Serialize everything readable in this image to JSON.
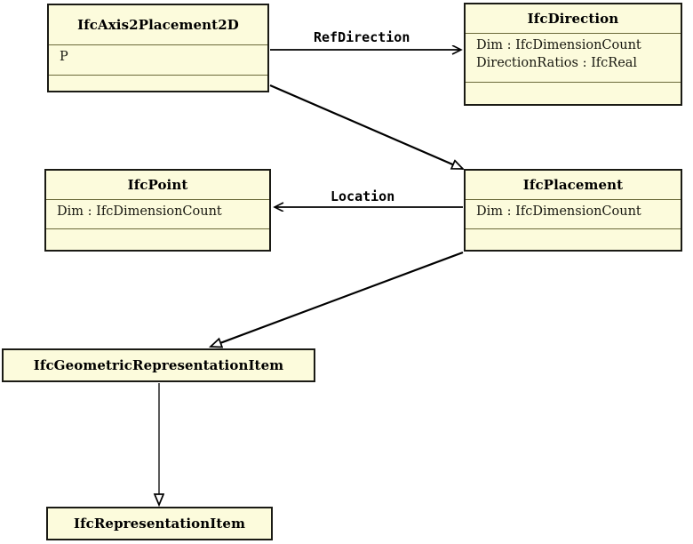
{
  "diagram": {
    "type": "uml-class-diagram",
    "background_color": "#ffffff",
    "class_fill_color": "#fcfbdc",
    "class_border_color": "#1a1a14",
    "classes": [
      {
        "id": "axis2placement2d",
        "name": "IfcAxis2Placement2D",
        "attributes": [
          "P"
        ],
        "operations": []
      },
      {
        "id": "direction",
        "name": "IfcDirection",
        "attributes": [
          "Dim : IfcDimensionCount",
          "DirectionRatios : IfcReal"
        ],
        "operations": []
      },
      {
        "id": "point",
        "name": "IfcPoint",
        "attributes": [
          "Dim : IfcDimensionCount"
        ],
        "operations": []
      },
      {
        "id": "placement",
        "name": "IfcPlacement",
        "attributes": [
          "Dim : IfcDimensionCount"
        ],
        "operations": []
      },
      {
        "id": "geomrepitem",
        "name": "IfcGeometricRepresentationItem",
        "attributes": [],
        "operations": []
      },
      {
        "id": "repitem",
        "name": "IfcRepresentationItem",
        "attributes": [],
        "operations": []
      }
    ],
    "relationships": [
      {
        "id": "refdirection",
        "label": "RefDirection",
        "kind": "association",
        "from": "IfcAxis2Placement2D",
        "to": "IfcDirection"
      },
      {
        "id": "location",
        "label": "Location",
        "kind": "association",
        "from": "IfcPlacement",
        "to": "IfcPoint"
      },
      {
        "id": "gen-placement-axis2",
        "label": "",
        "kind": "generalization",
        "from": "IfcAxis2Placement2D",
        "to": "IfcPlacement"
      },
      {
        "id": "gen-placement-geom",
        "label": "",
        "kind": "generalization",
        "from": "IfcPlacement",
        "to": "IfcGeometricRepresentationItem"
      },
      {
        "id": "gen-geom-repitem",
        "label": "",
        "kind": "generalization",
        "from": "IfcGeometricRepresentationItem",
        "to": "IfcRepresentationItem"
      }
    ]
  }
}
